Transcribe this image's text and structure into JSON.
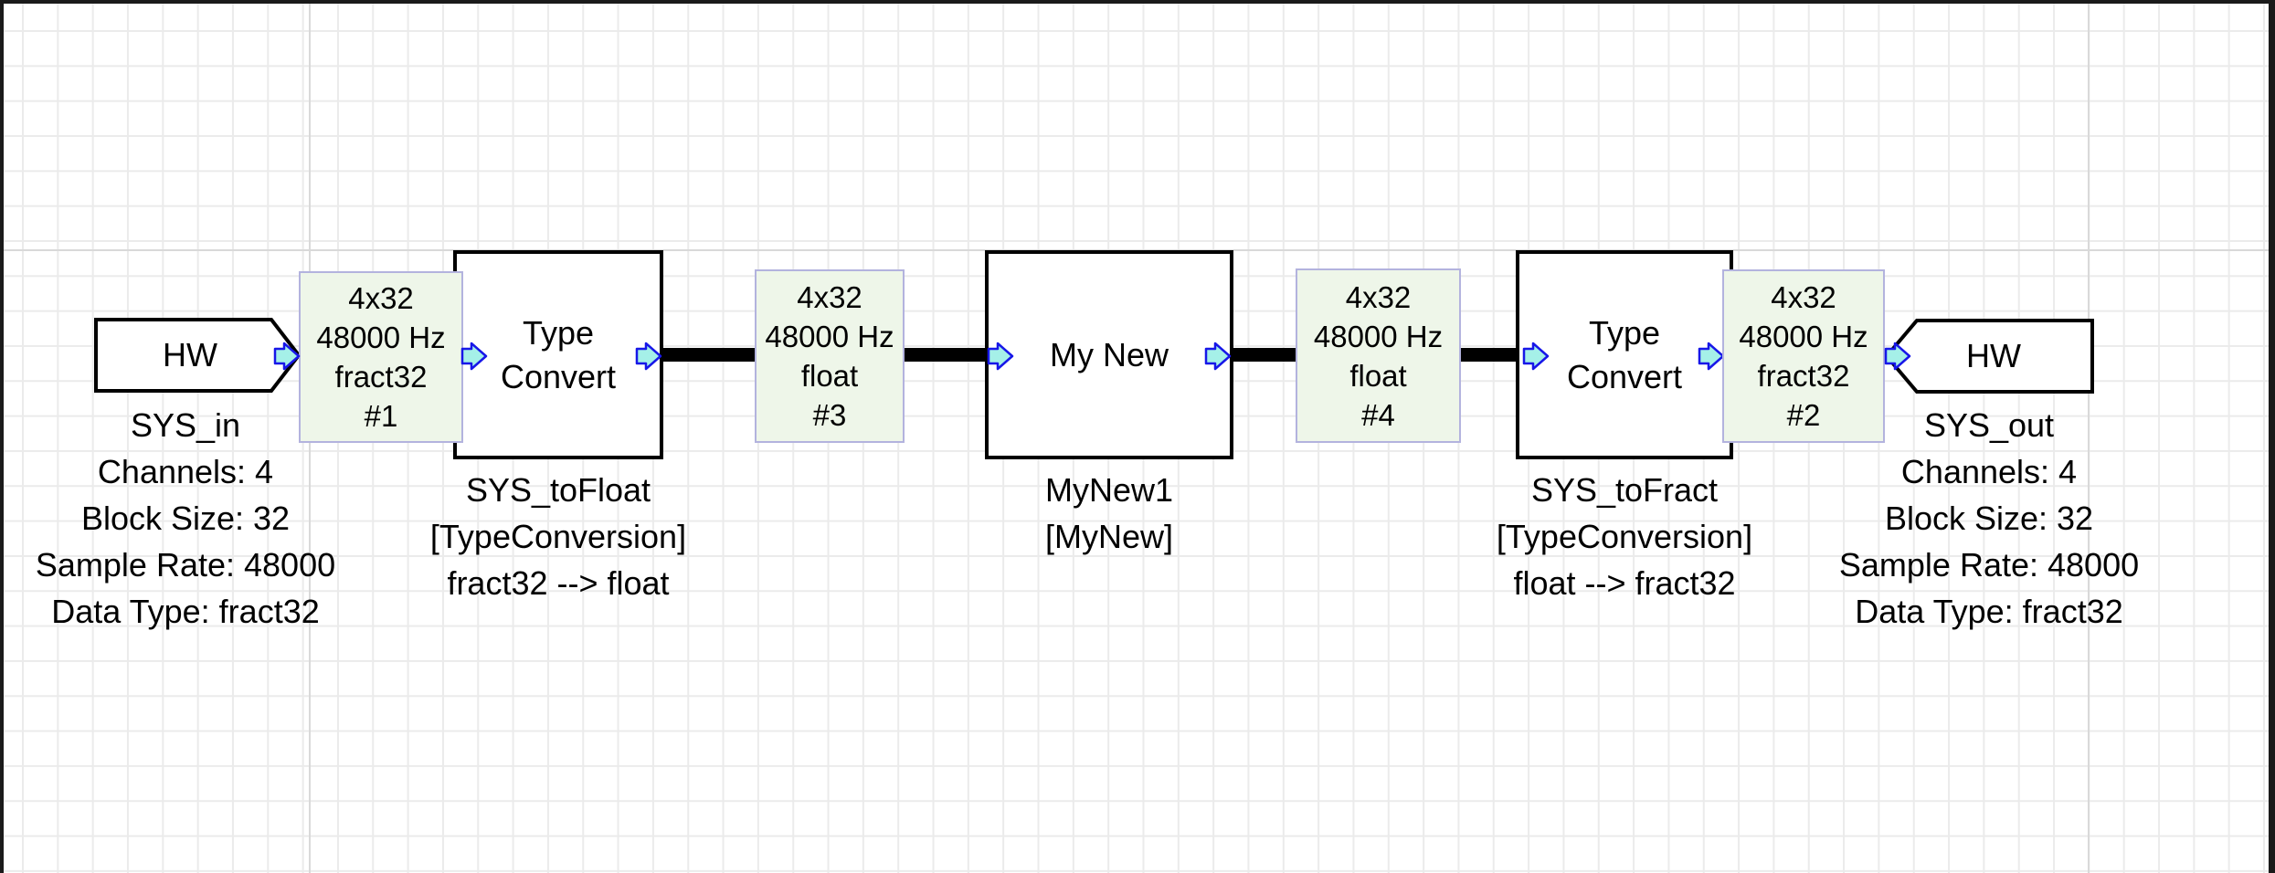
{
  "canvas": {
    "background": "#ffffff",
    "grid_color": "#ebebeb",
    "grid_major_color": "#d9d9d9",
    "frame_border_color": "#1a1a1a"
  },
  "colors": {
    "wire": "#000000",
    "pin_fill": "#a5f0e8",
    "pin_stroke": "#1717e8",
    "block_border": "#000000",
    "block_fill": "#ffffff",
    "infobox_fill": "#eef6e9",
    "infobox_border": "#b3b3de",
    "text": "#000000"
  },
  "blocks": {
    "hw_in": {
      "title": "HW",
      "caption": [
        "SYS_in",
        "Channels: 4",
        "Block Size: 32",
        "Sample Rate: 48000",
        "Data Type: fract32"
      ]
    },
    "to_float": {
      "title_line1": "Type",
      "title_line2": "Convert",
      "caption": [
        "SYS_toFloat",
        "[TypeConversion]",
        "fract32 --> float"
      ]
    },
    "my_new": {
      "title": "My New",
      "caption": [
        "MyNew1",
        "[MyNew]"
      ]
    },
    "to_fract": {
      "title_line1": "Type",
      "title_line2": "Convert",
      "caption": [
        "SYS_toFract",
        "[TypeConversion]",
        "float --> fract32"
      ]
    },
    "hw_out": {
      "title": "HW",
      "caption": [
        "SYS_out",
        "Channels: 4",
        "Block Size: 32",
        "Sample Rate: 48000",
        "Data Type: fract32"
      ]
    }
  },
  "wire_labels": {
    "w1": {
      "lines": [
        "4x32",
        "48000 Hz",
        "fract32",
        "#1"
      ]
    },
    "w3": {
      "lines": [
        "4x32",
        "48000 Hz",
        "float",
        "#3"
      ]
    },
    "w4": {
      "lines": [
        "4x32",
        "48000 Hz",
        "float",
        "#4"
      ]
    },
    "w2": {
      "lines": [
        "4x32",
        "48000 Hz",
        "fract32",
        "#2"
      ]
    }
  }
}
